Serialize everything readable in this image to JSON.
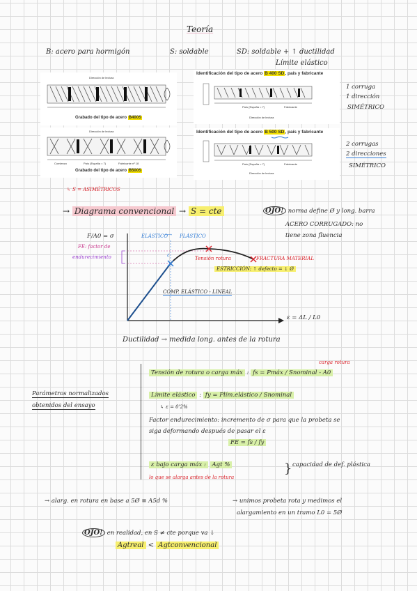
{
  "title": "Teoría",
  "types": {
    "b": "B: acero para hormigón",
    "s": "S: soldable",
    "sd": "SD: soldable + ↑ ductilidad",
    "sd2": "Límite elástico"
  },
  "figures": {
    "b400s_caption": "Grabado del tipo de acero ",
    "b400s_bold": "B400S",
    "b500s_caption": "Grabado del tipo de acero ",
    "b500s_bold": "B500S",
    "sd400_header_pre": "Identificación del tipo de acero ",
    "sd400_bold": "B 400 SD",
    "sd400_header_post": ", país y fabricante",
    "sd500_header_pre": "Identificación del tipo de acero ",
    "sd500_bold": "B 500 SD",
    "sd500_header_post": ", país y fabricante",
    "dir_label": "Dirección de lectura",
    "country_label": "País (España = 7)",
    "maker_label": "Fabricante",
    "start_label": "Comienzo",
    "country_label_2": "País (España = 7)",
    "maker_label_2": "Fabricante nº 18"
  },
  "notes_right": {
    "n1a": "1 corruga",
    "n1b": "1 dirección",
    "n1c": "SIMÉTRICO",
    "n2a": "2 corrugas",
    "n2b": "2 direcciones",
    "n2c": "SIMÉTRICO"
  },
  "s_asym": "S = ASIMÉTRICOS",
  "diagram": {
    "heading": "Diagrama convencional",
    "arrow": "→",
    "s_cte": "S = cte",
    "ojo": "OJO!",
    "ojo_text1": "norma define Ø y long. barra",
    "ojo_text2": "ACERO CORRUGADO: no",
    "ojo_text3": "tiene zona fluencia",
    "y_axis": "F/A0 = σ",
    "x_axis": "ε = ΔL / L0",
    "elastico": "ELÁSTICO",
    "plastico": "PLÁSTICO",
    "fe": "FE: factor de",
    "fe2": "endurecimiento",
    "eps": "ε",
    "tension_rotura": "Tensión rotura",
    "fractura": "FRACTURA MATERIAL",
    "estriccion": "ESTRICCIÓN: ↑ defecto = ↓ Ø",
    "comp": "COMP. ELÁSTICO - LINEAL"
  },
  "ductilidad": "Ductilidad → medida long. antes de la rotura",
  "params": {
    "label1": "Parámetros normalizados",
    "label2": "obtenidos del ensayo",
    "carga_rotura": "carga rotura",
    "tension_label": "Tensión de rotura o carga máx",
    "tension_formula": "fs = Pmáx / Snominal - A0",
    "limite_label": "Límite elástico",
    "limite_formula": "fy = Plím.elástico / Snominal",
    "limite_sub": "↳ ε = 0'2%",
    "factor_1": "Factor endurecimiento: incremento de σ para que la probeta se",
    "factor_2": "siga deformando después de pasar el ε",
    "fe_formula": "FE = fs / fy",
    "e_bajo": "ε bajo carga máx :",
    "agt": "Agt %",
    "alarga": "lo que se alarga antes de la rotura",
    "capacidad": "capacidad de def. plástica"
  },
  "footer": {
    "line1a": "→ alarg. en rotura en base a 5Ø ≡ A5d %",
    "line1b": "→ unimos probeta rota y medimos el",
    "line1c": "alargamiento en un tramo L0 = 5Ø",
    "ojo": "OJO!",
    "line2": "en realidad, en S ≠ cte porque va ↓",
    "agt_real": "Agtreal",
    "lt": "<",
    "agt_conv": "Agtconvencional"
  },
  "colors": {
    "pink_hl": "#f6c9cf",
    "green_hl": "#d8f0a8",
    "yellow_hl": "#f7ef6e",
    "curve_red": "#d9242c",
    "curve_blue": "#2f7bd6"
  }
}
